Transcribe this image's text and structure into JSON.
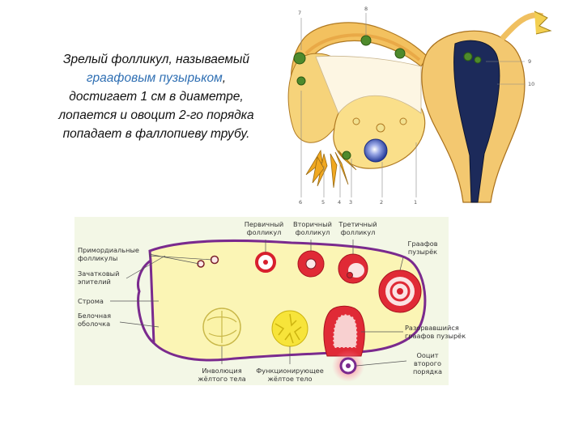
{
  "caption": {
    "line1": "Зрелый фолликул, называемый",
    "line2_highlight": "граафовым пузырьком",
    "line2_rest": ",",
    "line3": "достигает 1 см в диаметре,",
    "line4": "лопается и овоцит 2-го порядка",
    "line5": "попадает в фаллопиеву трубу."
  },
  "top_diagram": {
    "numbers": [
      "7",
      "8",
      "9",
      "10",
      "6",
      "5",
      "4",
      "3",
      "2",
      "1"
    ]
  },
  "ovary_diagram": {
    "labels": {
      "primary": [
        "Первичный",
        "фолликул"
      ],
      "secondary": [
        "Вторичный",
        "фолликул"
      ],
      "tertiary": [
        "Третичный",
        "фолликул"
      ],
      "graafian": [
        "Граафов",
        "пузырёк"
      ],
      "primordial": [
        "Примордиальные",
        "фолликулы"
      ],
      "germinal": [
        "Зачатковый",
        "эпителий"
      ],
      "stroma": "Строма",
      "albuginea": [
        "Белочная",
        "оболочка"
      ],
      "ruptured": [
        "Разорвавшийся",
        "граафов пузырёк"
      ],
      "oocyte": [
        "Ооцит",
        "второго",
        "порядка"
      ],
      "involution": [
        "Инволюция",
        "жёлтого тела"
      ],
      "functioning": [
        "Функционирующее",
        "жёлтое тело"
      ]
    }
  },
  "colors": {
    "highlight_text": "#2f6fb3",
    "ovary_fill": "#fbf5b5",
    "ovary_border": "#7a2a8e",
    "follicle_red": "#d8202d",
    "corpus_yellow": "#f7e43a"
  }
}
